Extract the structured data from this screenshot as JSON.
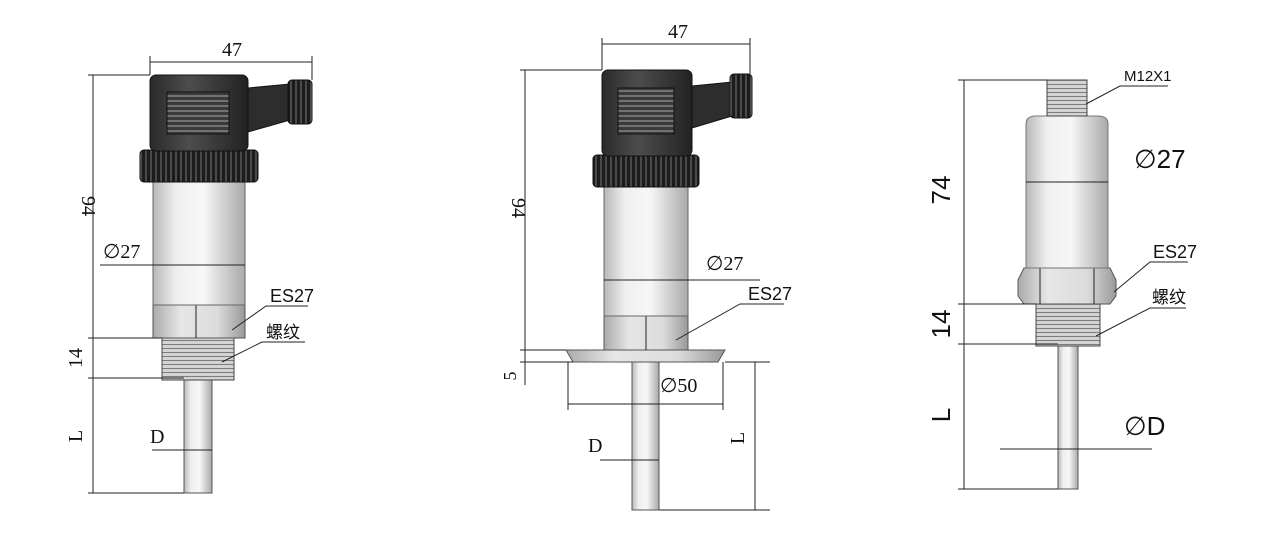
{
  "drawing_left": {
    "width": "47",
    "height_body": "94",
    "height_thread": "14",
    "length": "L",
    "diameter_body": "∅27",
    "hex": "ES27",
    "thread": "螺纹",
    "diameter_probe": "D"
  },
  "drawing_middle": {
    "width": "47",
    "height_body": "94",
    "flange_thickness": "5",
    "diameter_body": "∅27",
    "hex": "ES27",
    "flange_diameter": "∅50",
    "diameter_probe": "D",
    "length": "L"
  },
  "drawing_right": {
    "connector": "M12X1",
    "height_body": "74",
    "diameter_body": "∅27",
    "hex": "ES27",
    "thread": "螺纹",
    "height_thread": "14",
    "length": "L",
    "diameter_probe": "∅D"
  }
}
